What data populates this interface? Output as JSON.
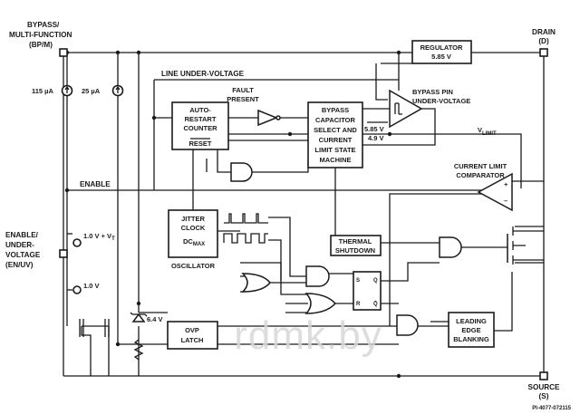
{
  "pins": {
    "bypass_line1": "BYPASS/",
    "bypass_line2": "MULTI-FUNCTION",
    "bypass_line3": "(BP/M)",
    "drain_line1": "DRAIN",
    "drain_line2": "(D)",
    "source_line1": "SOURCE",
    "source_line2": "(S)",
    "enable_line1": "ENABLE/",
    "enable_line2": "UNDER-",
    "enable_line3": "VOLTAGE",
    "enable_line4": "(EN/UV)"
  },
  "sources": {
    "i1": "115 µA",
    "i2": "25 µA"
  },
  "signals": {
    "line_uv": "LINE UNDER-VOLTAGE",
    "fault_line1": "FAULT",
    "fault_line2": "PRESENT",
    "enable": "ENABLE",
    "vlimit_v": "V",
    "vlimit_sub": "LIMIT",
    "v585": "5.85 V",
    "v49": "4.9 V",
    "ref1_v": "1.0 V + V",
    "ref1_sub": "T",
    "ref2": "1.0 V",
    "zener": "6.4 V"
  },
  "blocks": {
    "regulator_line1": "REGULATOR",
    "regulator_line2": "5.85 V",
    "auto_line1": "AUTO-",
    "auto_line2": "RESTART",
    "auto_line3": "COUNTER",
    "auto_reset": "RESET",
    "bypass_cap_lines": [
      "BYPASS",
      "CAPACITOR",
      "SELECT AND",
      "CURRENT",
      "LIMIT STATE",
      "MACHINE"
    ],
    "bp_uv_line1": "BYPASS PIN",
    "bp_uv_line2": "UNDER-VOLTAGE",
    "cl_comp_line1": "CURRENT LIMIT",
    "cl_comp_line2": "COMPARATOR",
    "jitter_line1": "JITTER",
    "jitter_line2": "CLOCK",
    "dcmax_dc": "DC",
    "dcmax_sub": "MAX",
    "oscillator": "OSCILLATOR",
    "thermal_line1": "THERMAL",
    "thermal_line2": "SHUTDOWN",
    "leb_line1": "LEADING",
    "leb_line2": "EDGE",
    "leb_line3": "BLANKING",
    "ovp_line1": "OVP",
    "ovp_line2": "LATCH",
    "ff_s": "S",
    "ff_q": "Q",
    "ff_r": "R",
    "ff_qbar": "Q̄"
  },
  "footer": {
    "part_number": "PI-4077-072115",
    "watermark": "rdmk.by"
  }
}
